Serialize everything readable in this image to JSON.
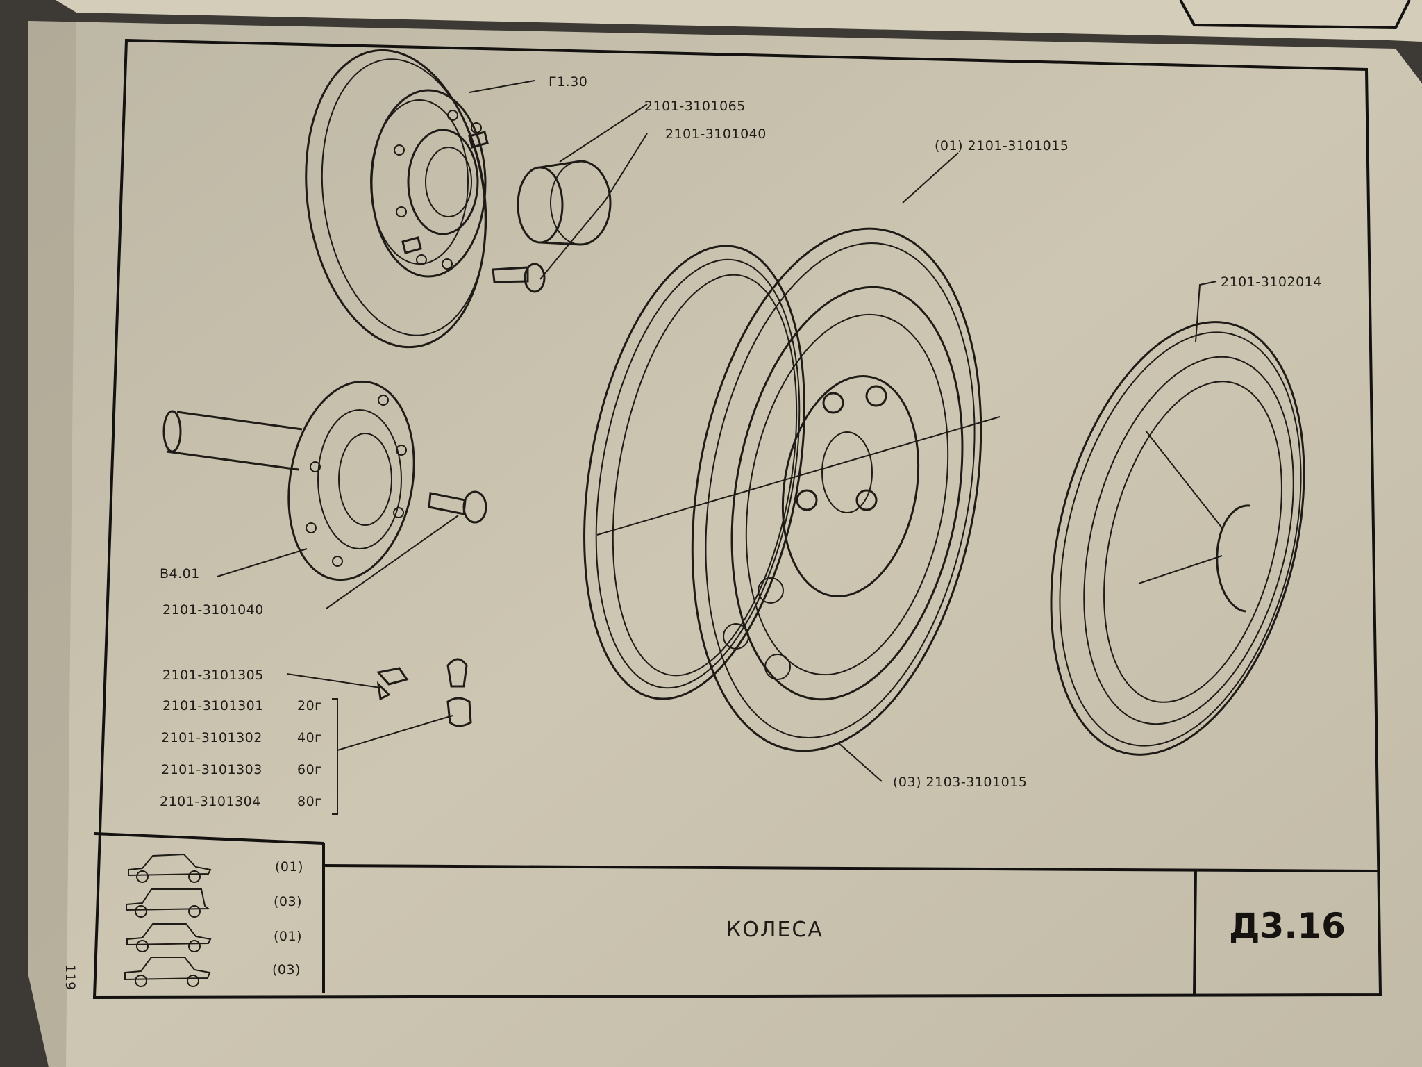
{
  "callouts": {
    "hub_ref": "Г1.30",
    "cap_part": "2101-3101065",
    "hub_bolt": "2101-3101040",
    "wheel_01": "(01) 2101-3101015",
    "hubcap": "2101-3102014",
    "axle_ref": "В4.01",
    "axle_bolt": "2101-3101040",
    "wheel_03": "(03) 2103-3101015",
    "clip": "2101-3101305"
  },
  "weights": [
    {
      "part": "2101-3101301",
      "mass": "20г"
    },
    {
      "part": "2101-3101302",
      "mass": "40г"
    },
    {
      "part": "2101-3101303",
      "mass": "60г"
    },
    {
      "part": "2101-3101304",
      "mass": "80г"
    }
  ],
  "models": [
    "(01)",
    "(03)",
    "(01)",
    "(03)"
  ],
  "title_block": {
    "name": "КОЛЕСА",
    "code": "Д3.16"
  },
  "page_number": "119",
  "colors": {
    "paper": "#cbc4b0",
    "ink": "#1f1c18",
    "background": "#3d3a35"
  }
}
